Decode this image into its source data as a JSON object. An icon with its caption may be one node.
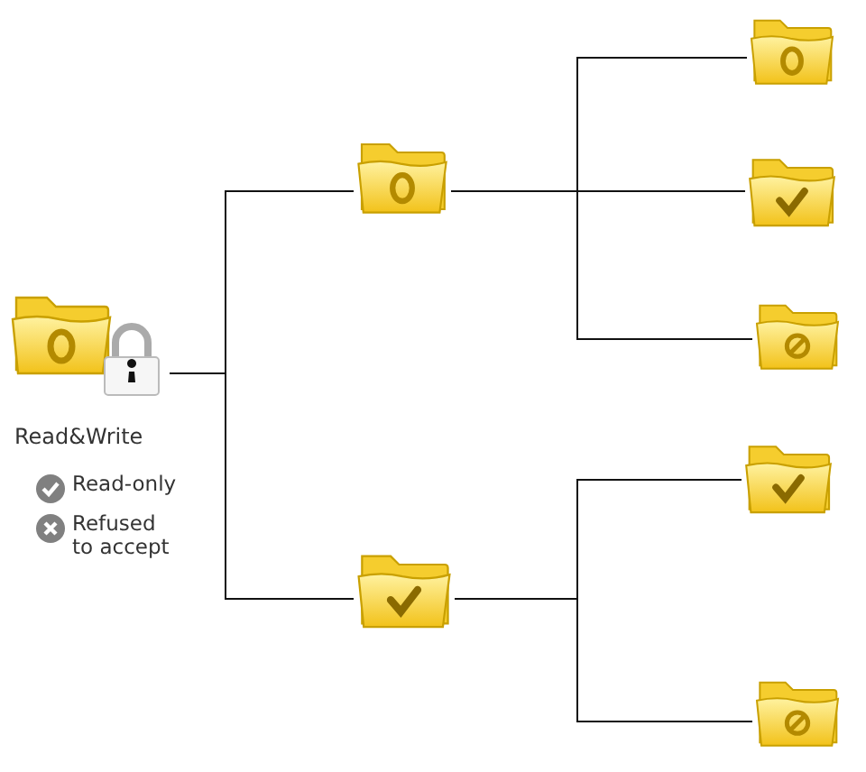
{
  "diagram": {
    "nodes": [
      {
        "text": [
          "Read&Write"
        ]
      },
      {
        "text": [],
        "shape": "folder"
      },
      {
        "text": [],
        "shape": "folder"
      },
      {
        "text": [],
        "shape": "folder"
      },
      {
        "text": [],
        "shape": "folder"
      },
      {
        "text": [],
        "shape": "folder"
      },
      {
        "text": [],
        "shape": "folder"
      },
      {
        "text": [],
        "shape": "folder"
      }
    ],
    "edges": [
      {
        "from": 0,
        "to": 1,
        "arrow": "none"
      },
      {
        "from": 0,
        "to": 2,
        "arrow": "none"
      },
      {
        "from": 1,
        "to": 3,
        "arrow": "none"
      },
      {
        "from": 1,
        "to": 4,
        "arrow": "none"
      },
      {
        "from": 1,
        "to": 5,
        "arrow": "none"
      },
      {
        "from": 2,
        "to": 6,
        "arrow": "none"
      },
      {
        "from": 2,
        "to": 7,
        "arrow": "none"
      }
    ],
    "legend": [
      {
        "text": "Read-only"
      },
      {
        "text": "Refused to accept"
      }
    ]
  }
}
